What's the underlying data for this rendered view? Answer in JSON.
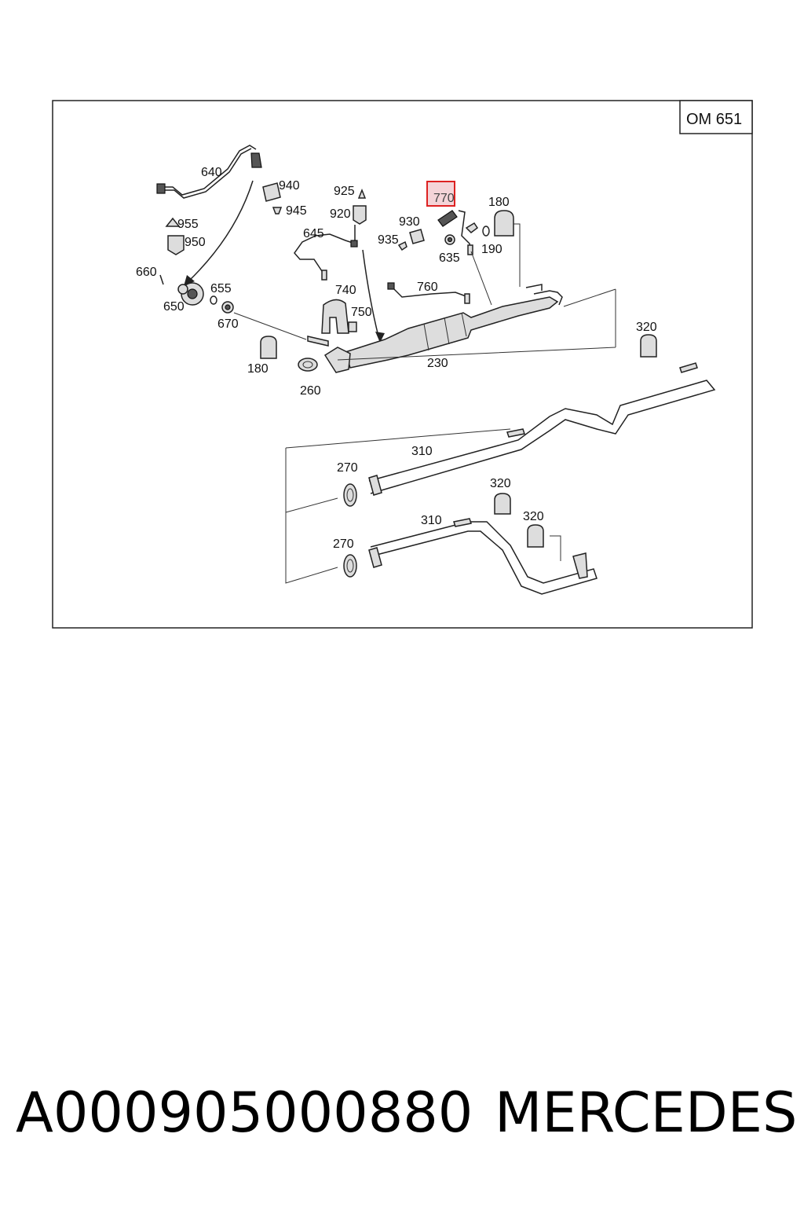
{
  "engine_code": "OM 651",
  "highlighted_part": "770",
  "callouts": {
    "c640": "640",
    "c940": "940",
    "c945": "945",
    "c955": "955",
    "c950": "950",
    "c660": "660",
    "c650": "650",
    "c655": "655",
    "c670": "670",
    "c925": "925",
    "c920": "920",
    "c645": "645",
    "c740": "740",
    "c750": "750",
    "c770": "770",
    "c930": "930",
    "c935": "935",
    "c635": "635",
    "c180a": "180",
    "c190": "190",
    "c760": "760",
    "c180b": "180",
    "c230": "230",
    "c260": "260",
    "c320a": "320",
    "c310a": "310",
    "c270a": "270",
    "c320b": "320",
    "c310b": "310",
    "c320c": "320",
    "c270b": "270"
  },
  "caption": {
    "part_number": "A000905000880",
    "brand": "MERCEDES"
  }
}
